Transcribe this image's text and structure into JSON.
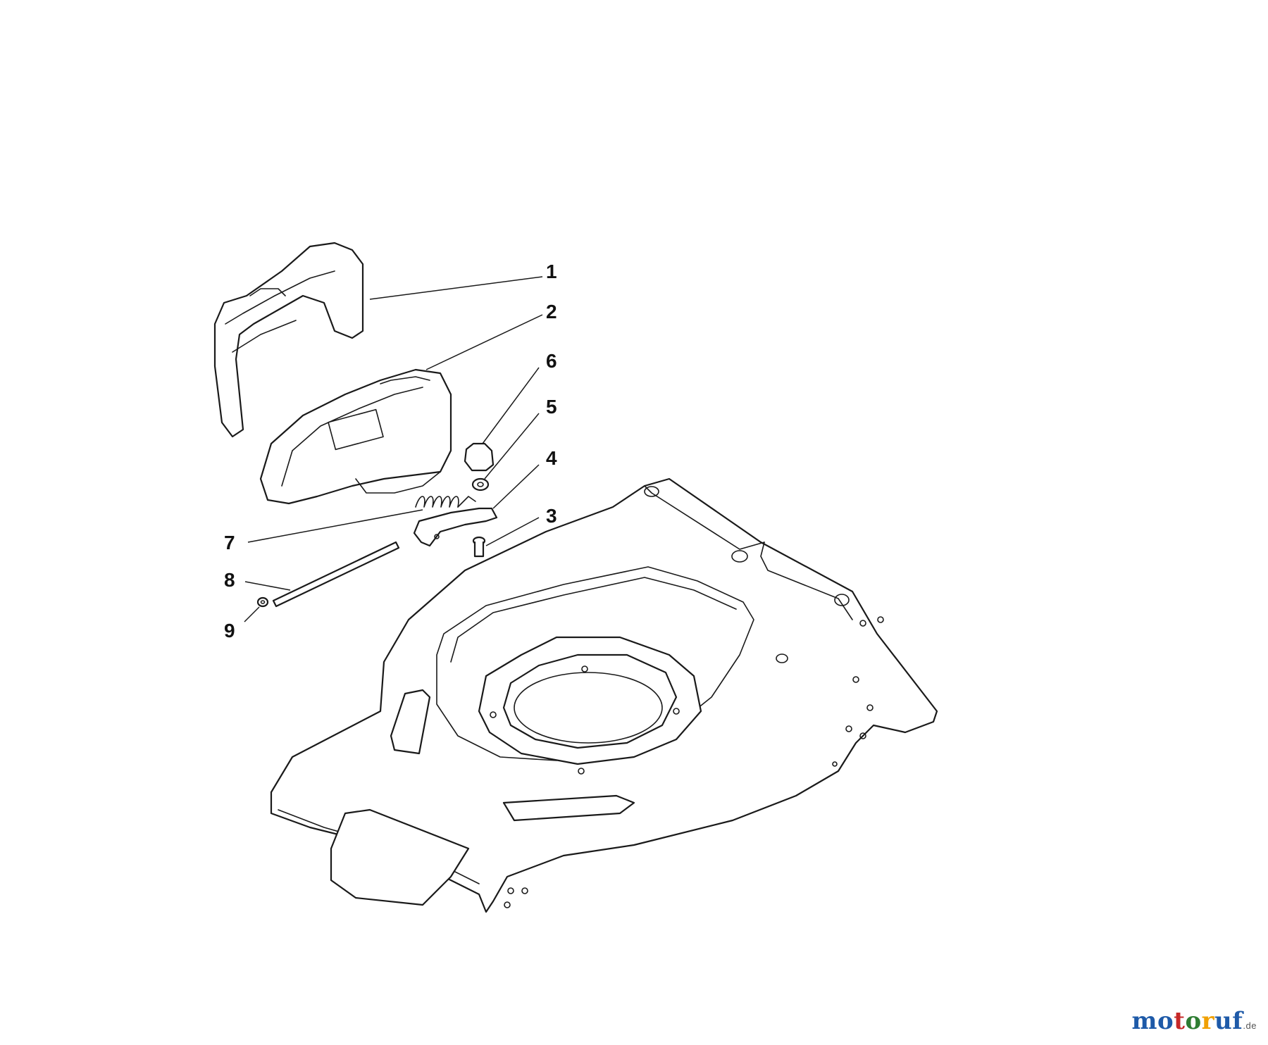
{
  "callouts": [
    {
      "id": "1",
      "label": "1"
    },
    {
      "id": "2",
      "label": "2"
    },
    {
      "id": "3",
      "label": "3"
    },
    {
      "id": "4",
      "label": "4"
    },
    {
      "id": "5",
      "label": "5"
    },
    {
      "id": "6",
      "label": "6"
    },
    {
      "id": "7",
      "label": "7"
    },
    {
      "id": "8",
      "label": "8"
    },
    {
      "id": "9",
      "label": "9"
    }
  ],
  "watermark": {
    "letters": [
      {
        "char": "m",
        "color": "#1e5aa8"
      },
      {
        "char": "o",
        "color": "#1e5aa8"
      },
      {
        "char": "t",
        "color": "#c62828"
      },
      {
        "char": "o",
        "color": "#2e7d32"
      },
      {
        "char": "r",
        "color": "#f0a000"
      },
      {
        "char": "u",
        "color": "#1e5aa8"
      },
      {
        "char": "f",
        "color": "#1e5aa8"
      }
    ],
    "suffix": ".de"
  }
}
